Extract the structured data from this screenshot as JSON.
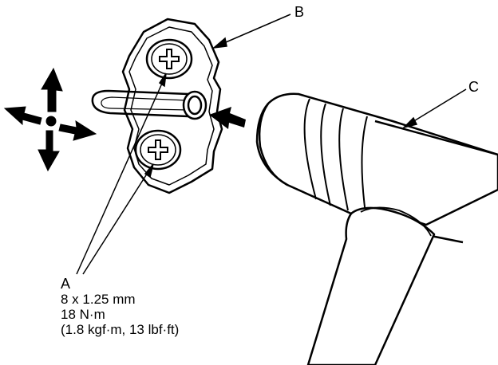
{
  "callouts": {
    "b": "B",
    "c": "C",
    "a": "A"
  },
  "spec": {
    "bolt_size": "8 x 1.25 mm",
    "torque_nm": "18 N·m",
    "torque_alt": "(1.8 kgf·m, 13 lbf·ft)"
  }
}
